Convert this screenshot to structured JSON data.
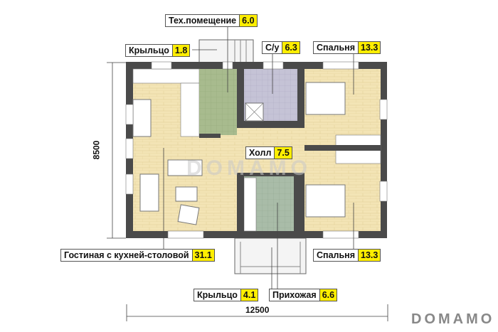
{
  "rooms": [
    {
      "name": "Тех.помещение",
      "area": "6.0"
    },
    {
      "name": "Крыльцо",
      "area": "1.8"
    },
    {
      "name": "С/у",
      "area": "6.3"
    },
    {
      "name": "Спальня",
      "area": "13.3"
    },
    {
      "name": "Холл",
      "area": "7.5"
    },
    {
      "name": "Гостиная с кухней-столовой",
      "area": "31.1"
    },
    {
      "name": "Спальня",
      "area": "13.3"
    },
    {
      "name": "Крыльцо",
      "area": "4.1"
    },
    {
      "name": "Прихожая",
      "area": "6.6"
    }
  ],
  "dimensions": {
    "height": "8500",
    "width": "12500"
  },
  "brand": {
    "logo": "DOMAMO",
    "watermark": "DOMAMO"
  },
  "colors": {
    "wall": "#4a4a4a",
    "wood": "#f3e4b5",
    "tech": "#a8bb8e",
    "bath": "#c5c3d6",
    "entry": "#a9bca8",
    "area_badge": "#ffee00"
  }
}
